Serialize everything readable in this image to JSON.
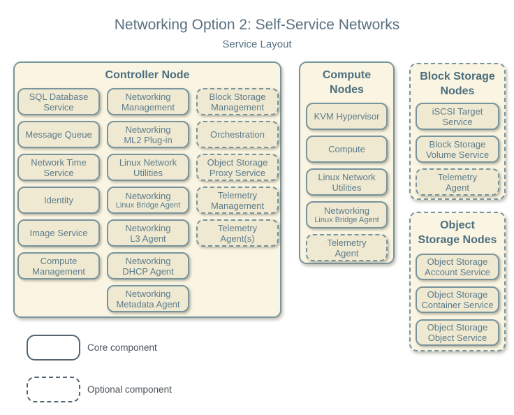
{
  "title": "Networking Option 2: Self-Service Networks",
  "subtitle": "Service Layout",
  "colors": {
    "title_text": "#587181",
    "panel_title_text": "#4d6e7e",
    "panel_fill": "#f9f5e2",
    "box_fill": "#efe9d2",
    "box_border": "#78949c",
    "box_text": "#5d7c8a",
    "legend_border": "#55646e",
    "legend_text": "#484f55"
  },
  "panels": {
    "controller": {
      "title": "Controller Node",
      "border": "solid",
      "columns": [
        [
          {
            "label": "SQL Database\nService",
            "style": "solid"
          },
          {
            "label": "Message Queue",
            "style": "solid"
          },
          {
            "label": "Network Time\nService",
            "style": "solid"
          },
          {
            "label": "Identity",
            "style": "solid"
          },
          {
            "label": "Image Service",
            "style": "solid"
          },
          {
            "label": "Compute\nManagement",
            "style": "solid"
          }
        ],
        [
          {
            "label": "Networking\nManagement",
            "style": "solid"
          },
          {
            "label": "Networking\nML2 Plug-in",
            "style": "solid"
          },
          {
            "label": "Linux Network\nUtilities",
            "style": "solid"
          },
          {
            "label": "Networking",
            "sublabel": "Linux Bridge Agent",
            "style": "solid"
          },
          {
            "label": "Networking\nL3 Agent",
            "style": "solid"
          },
          {
            "label": "Networking\nDHCP Agent",
            "style": "solid"
          },
          {
            "label": "Networking\nMetadata Agent",
            "style": "solid"
          }
        ],
        [
          {
            "label": "Block Storage\nManagement",
            "style": "dashed"
          },
          {
            "label": "Orchestration",
            "style": "dashed"
          },
          {
            "label": "Object Storage\nProxy Service",
            "style": "dashed"
          },
          {
            "label": "Telemetry\nManagement",
            "style": "dashed"
          },
          {
            "label": "Telemetry\nAgent(s)",
            "style": "dashed"
          }
        ]
      ]
    },
    "compute": {
      "title": "Compute\nNodes",
      "border": "solid",
      "boxes": [
        {
          "label": "KVM Hypervisor",
          "style": "solid"
        },
        {
          "label": "Compute",
          "style": "solid"
        },
        {
          "label": "Linux Network\nUtilities",
          "style": "solid"
        },
        {
          "label": "Networking",
          "sublabel": "Linux Bridge Agent",
          "style": "solid"
        },
        {
          "label": "Telemetry\nAgent",
          "style": "dashed"
        }
      ]
    },
    "block_storage": {
      "title": "Block Storage\nNodes",
      "border": "dashed",
      "boxes": [
        {
          "label": "iSCSI Target\nService",
          "style": "solid"
        },
        {
          "label": "Block Storage\nVolume Service",
          "style": "solid"
        },
        {
          "label": "Telemetry\nAgent",
          "style": "dashed"
        }
      ]
    },
    "object_storage": {
      "title": "Object\nStorage Nodes",
      "border": "dashed",
      "boxes": [
        {
          "label": "Object Storage\nAccount Service",
          "style": "solid"
        },
        {
          "label": "Object Storage\nContainer Service",
          "style": "solid"
        },
        {
          "label": "Object Storage\nObject Service",
          "style": "solid"
        }
      ]
    }
  },
  "legend": {
    "core": {
      "label": "Core component",
      "style": "solid"
    },
    "optional": {
      "label": "Optional component",
      "style": "dashed"
    }
  }
}
